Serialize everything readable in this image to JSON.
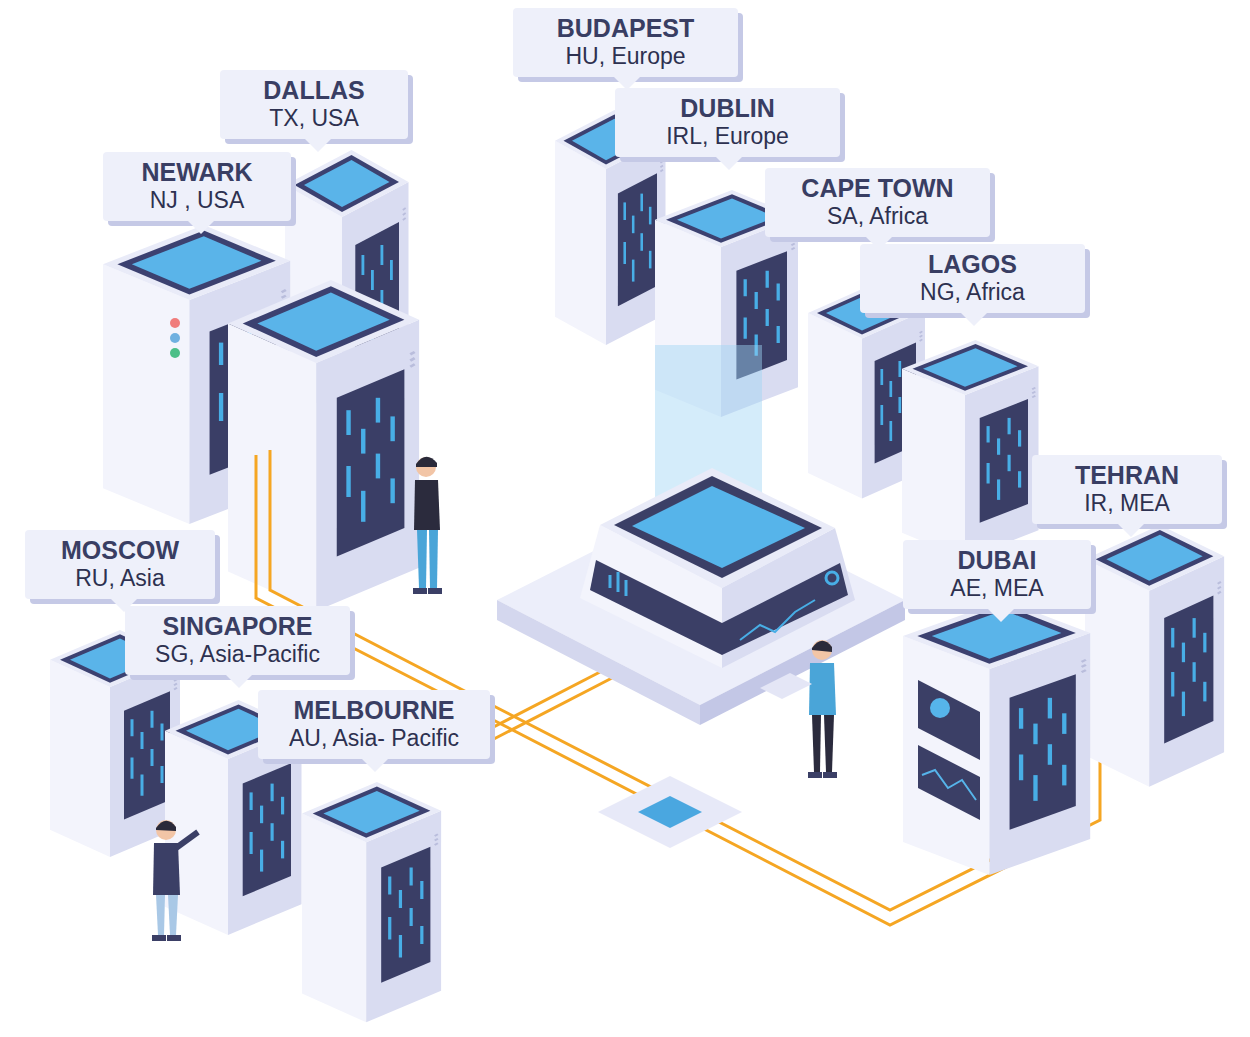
{
  "diagram": {
    "nodes": [
      {
        "text": [
          "BUDAPEST",
          "HU, Europe"
        ]
      },
      {
        "text": [
          "DALLAS",
          "TX, USA"
        ]
      },
      {
        "text": [
          "DUBLIN",
          "IRL, Europe"
        ]
      },
      {
        "text": [
          "NEWARK",
          "NJ , USA"
        ]
      },
      {
        "text": [
          "CAPE TOWN",
          "SA, Africa"
        ]
      },
      {
        "text": [
          "LAGOS",
          "NG, Africa"
        ]
      },
      {
        "text": [
          "TEHRAN",
          "IR, MEA"
        ]
      },
      {
        "text": [
          "DUBAI",
          "AE, MEA"
        ]
      },
      {
        "text": [
          "MOSCOW",
          "RU, Asia"
        ]
      },
      {
        "text": [
          "SINGAPORE",
          "SG, Asia-Pacific"
        ]
      },
      {
        "text": [
          "MELBOURNE",
          "AU, Asia- Pacific"
        ]
      }
    ]
  }
}
